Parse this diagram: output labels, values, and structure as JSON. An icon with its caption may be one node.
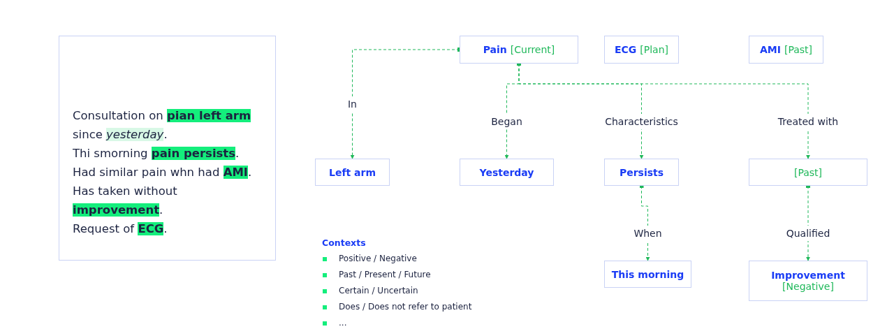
{
  "diagram": {
    "nodes": [
      {
        "text": [
          "Consultation on **pian left arm** since *yesterday*.",
          "Thi smorning **pain persists**.",
          "Had similar pain whn had **AMI**.",
          "Has taken without **improvement**.",
          "Request of **ECG**."
        ]
      },
      {
        "text": [
          "Pain",
          "[Current]"
        ]
      },
      {
        "text": [
          "ECG",
          "[Plan]"
        ]
      },
      {
        "text": [
          "AMI",
          "[Past]"
        ]
      },
      {
        "text": [
          "Left arm"
        ]
      },
      {
        "text": [
          "Yesterday"
        ]
      },
      {
        "text": [
          "Persists"
        ]
      },
      {
        "text": [
          "[Past]"
        ]
      },
      {
        "text": [
          "This morning"
        ]
      },
      {
        "text": [
          "Improvement",
          "[Negative]"
        ]
      }
    ],
    "edges": [
      {
        "from": 1,
        "to": 4,
        "arrow": "to",
        "label": "In",
        "style": "dashed"
      },
      {
        "from": 1,
        "to": 5,
        "arrow": "to",
        "label": "Began",
        "style": "dashed"
      },
      {
        "from": 1,
        "to": 6,
        "arrow": "to",
        "label": "Characteristics",
        "style": "dashed"
      },
      {
        "from": 1,
        "to": 7,
        "arrow": "to",
        "label": "Treated with",
        "style": "dashed"
      },
      {
        "from": 6,
        "to": 8,
        "arrow": "to",
        "label": "When",
        "style": "dashed"
      },
      {
        "from": 7,
        "to": 9,
        "arrow": "to",
        "label": "Qualified",
        "style": "dashed"
      }
    ],
    "labels": [
      "Contexts"
    ],
    "legend": [
      {
        "text": "Positive / Negative",
        "color": "#14ee7c"
      },
      {
        "text": "Past / Present / Future",
        "color": "#14ee7c"
      },
      {
        "text": "Certain / Uncertain",
        "color": "#14ee7c"
      },
      {
        "text": "Does / Does not refer to patient",
        "color": "#14ee7c"
      },
      {
        "text": "...",
        "color": "#14ee7c"
      }
    ]
  }
}
